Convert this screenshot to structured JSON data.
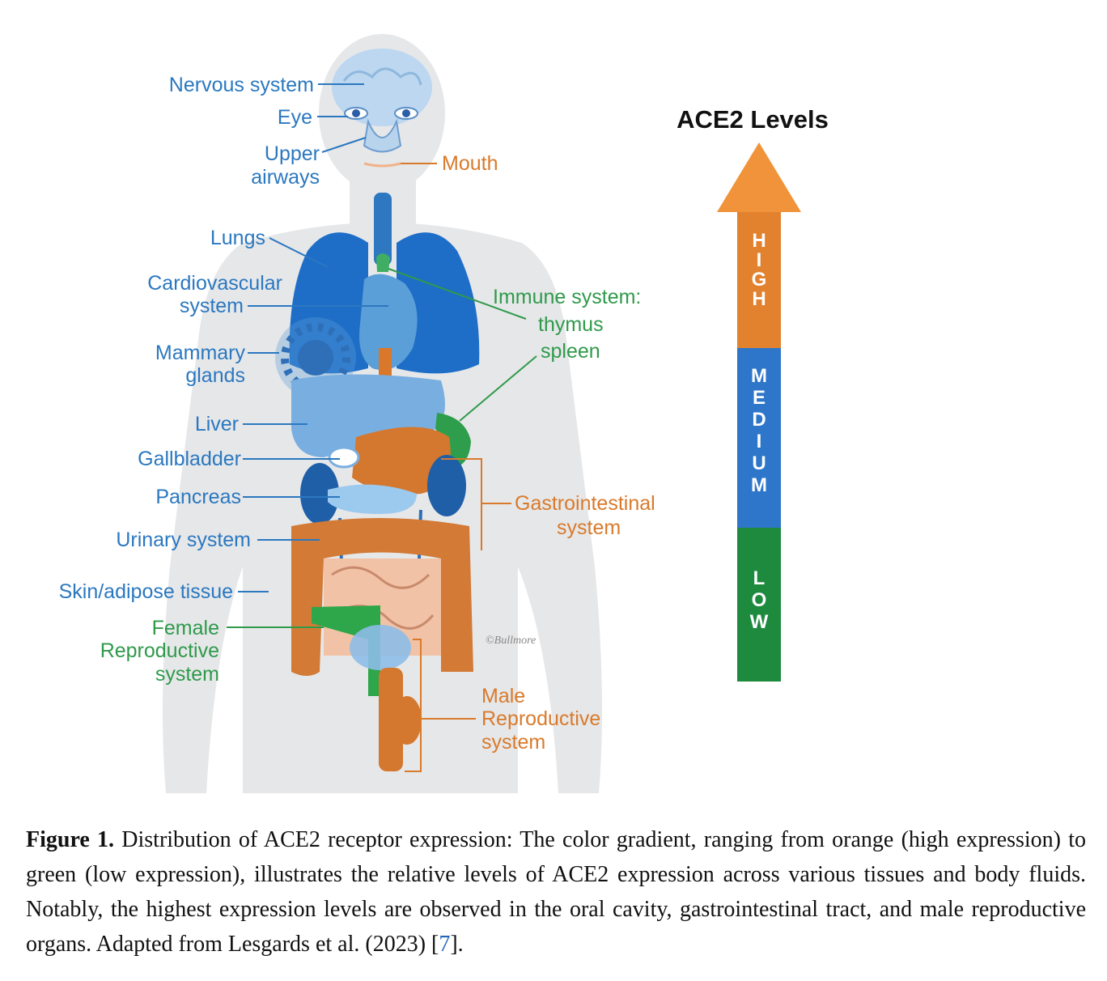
{
  "figure": {
    "legend": {
      "title": "ACE2 Levels",
      "high": "HIGH",
      "medium": "MEDIUM",
      "low": "LOW",
      "colors": {
        "high": "#f0933a",
        "high_dark": "#d9782a",
        "medium": "#2e76c9",
        "low": "#1e8a3e"
      }
    },
    "labels": {
      "nervous": "Nervous system",
      "eye": "Eye",
      "upper1": "Upper",
      "upper2": "airways",
      "mouth": "Mouth",
      "lungs": "Lungs",
      "cardio1": "Cardiovascular",
      "cardio2": "system",
      "immune": "Immune system:",
      "thymus": "thymus",
      "spleen": "spleen",
      "mammary1": "Mammary",
      "mammary2": "glands",
      "liver": "Liver",
      "gallbladder": "Gallbladder",
      "pancreas": "Pancreas",
      "gi1": "Gastrointestinal",
      "gi2": "system",
      "urinary": "Urinary system",
      "skin": "Skin/adipose tissue",
      "female1": "Female",
      "female2": "Reproductive",
      "female3": "system",
      "male1": "Male",
      "male2": "Reproductive",
      "male3": "system",
      "signature": "©Bullmore"
    }
  },
  "caption": {
    "label": "Figure 1.",
    "text": "Distribution of ACE2 receptor expression: The color gradient, ranging from orange (high expression) to green (low expression), illustrates the relative levels of ACE2 expression across various tissues and body fluids.  Notably, the highest expression levels are observed in the oral cavity, gastrointestinal tract, and male reproductive organs. Adapted from Lesgards et al. (2023) [",
    "ref": "7",
    "end": "]."
  }
}
